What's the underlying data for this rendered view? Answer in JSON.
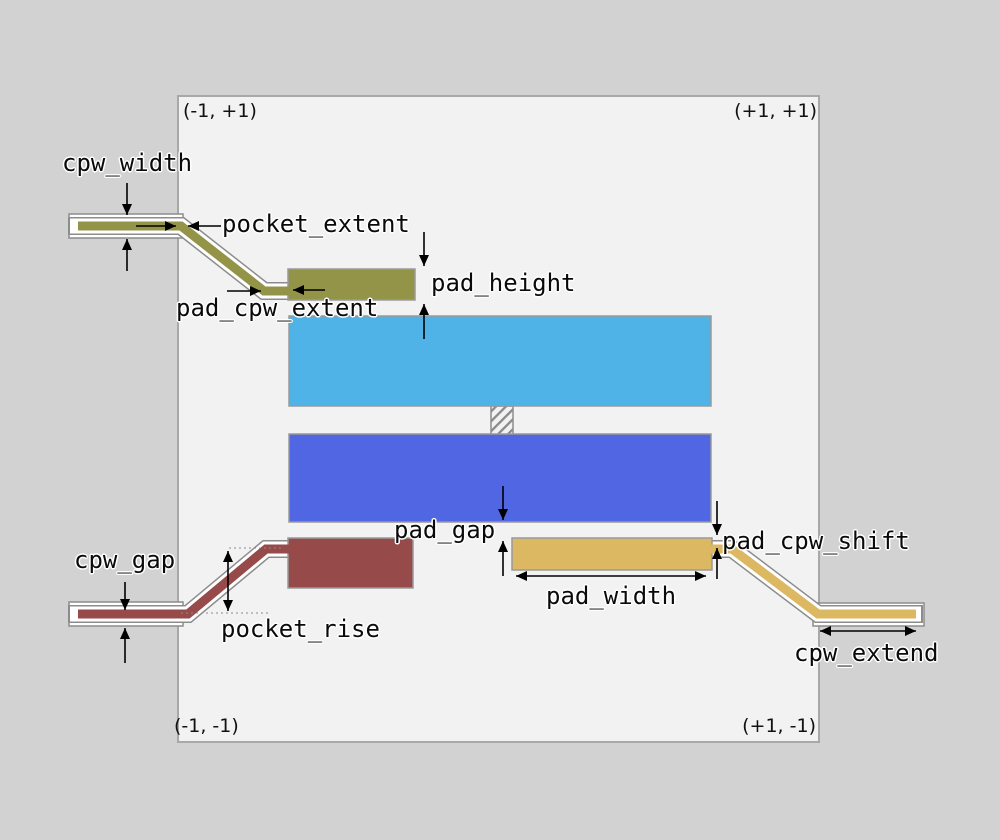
{
  "diagram": {
    "corners": {
      "top_left": "(-1, +1)",
      "top_right": "(+1, +1)",
      "bottom_left": "(-1, -1)",
      "bottom_right": "(+1, -1)"
    },
    "labels": {
      "cpw_width": "cpw_width",
      "pocket_extent": "pocket_extent",
      "pad_cpw_extent": "pad_cpw_extent",
      "pad_height": "pad_height",
      "pad_gap": "pad_gap",
      "pad_width": "pad_width",
      "pad_cpw_shift": "pad_cpw_shift",
      "cpw_extend": "cpw_extend",
      "cpw_gap": "cpw_gap",
      "pocket_rise": "pocket_rise"
    },
    "colors": {
      "canvas_bg": "#d2d2d2",
      "pocket_bg": "#f2f2f2",
      "pocket_border": "#a8a8a8",
      "pad_top_left_olive": "#939448",
      "pad_upper_cyan": "#4fb3e8",
      "pad_lower_blue": "#5066e3",
      "pad_bottom_left_brown": "#964a4a",
      "pad_bottom_right_tan": "#dcb862",
      "cpw_gap_white": "#ffffff",
      "cpw_outline_grey": "#8c8c8c",
      "pad_border_grey": "#999999",
      "junction_hatch_grey": "#8a8a8a",
      "annotation_black": "#000000"
    }
  }
}
